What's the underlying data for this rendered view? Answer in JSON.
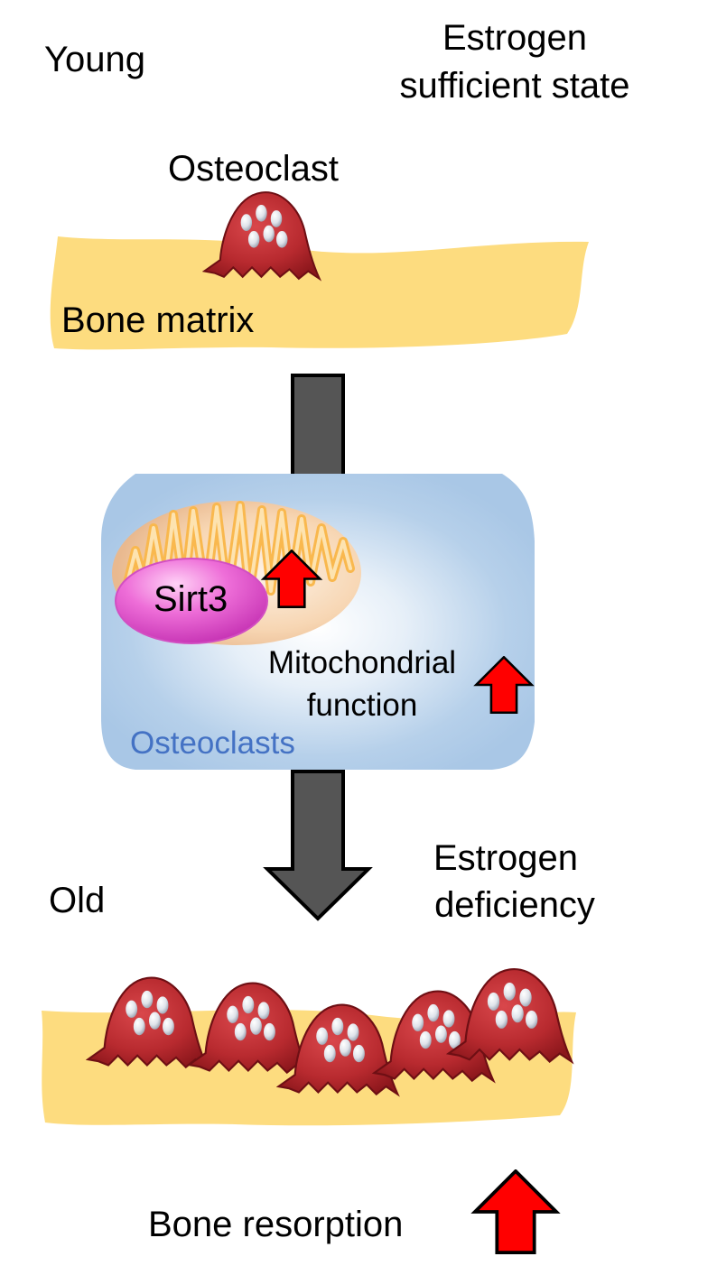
{
  "labels": {
    "young": "Young",
    "estrogen_sufficient_line1": "Estrogen",
    "estrogen_sufficient_line2": "sufficient state",
    "osteoclast": "Osteoclast",
    "bone_matrix": "Bone matrix",
    "sirt3": "Sirt3",
    "mito_function_line1": "Mitochondrial",
    "mito_function_line2": "function",
    "osteoclasts_box": "Osteoclasts",
    "old": "Old",
    "estrogen_deficiency_line1": "Estrogen",
    "estrogen_deficiency_line2": "deficiency",
    "bone_resorption": "Bone resorption"
  },
  "colors": {
    "bone": "#fddc7f",
    "osteoclast_fill": "#c0282d",
    "osteoclast_dark": "#7a1014",
    "nucleus": "#dfe3ea",
    "box_fill": "#b6d0ea",
    "box_glow": "#ffffff",
    "mito_outer": "#f4cfa4",
    "mito_cristae": "#fbbf5e",
    "sirt3": "#e24fd0",
    "flow_arrow": "#555555",
    "up_arrow": "#ff0000",
    "osteoclasts_text": "#4472c4"
  },
  "icons": {
    "osteoclast": "osteoclast-cell-icon",
    "mitochondrion": "mitochondrion-icon",
    "up_arrow": "red-up-arrow-icon",
    "flow_arrow": "gray-down-arrow-icon"
  }
}
